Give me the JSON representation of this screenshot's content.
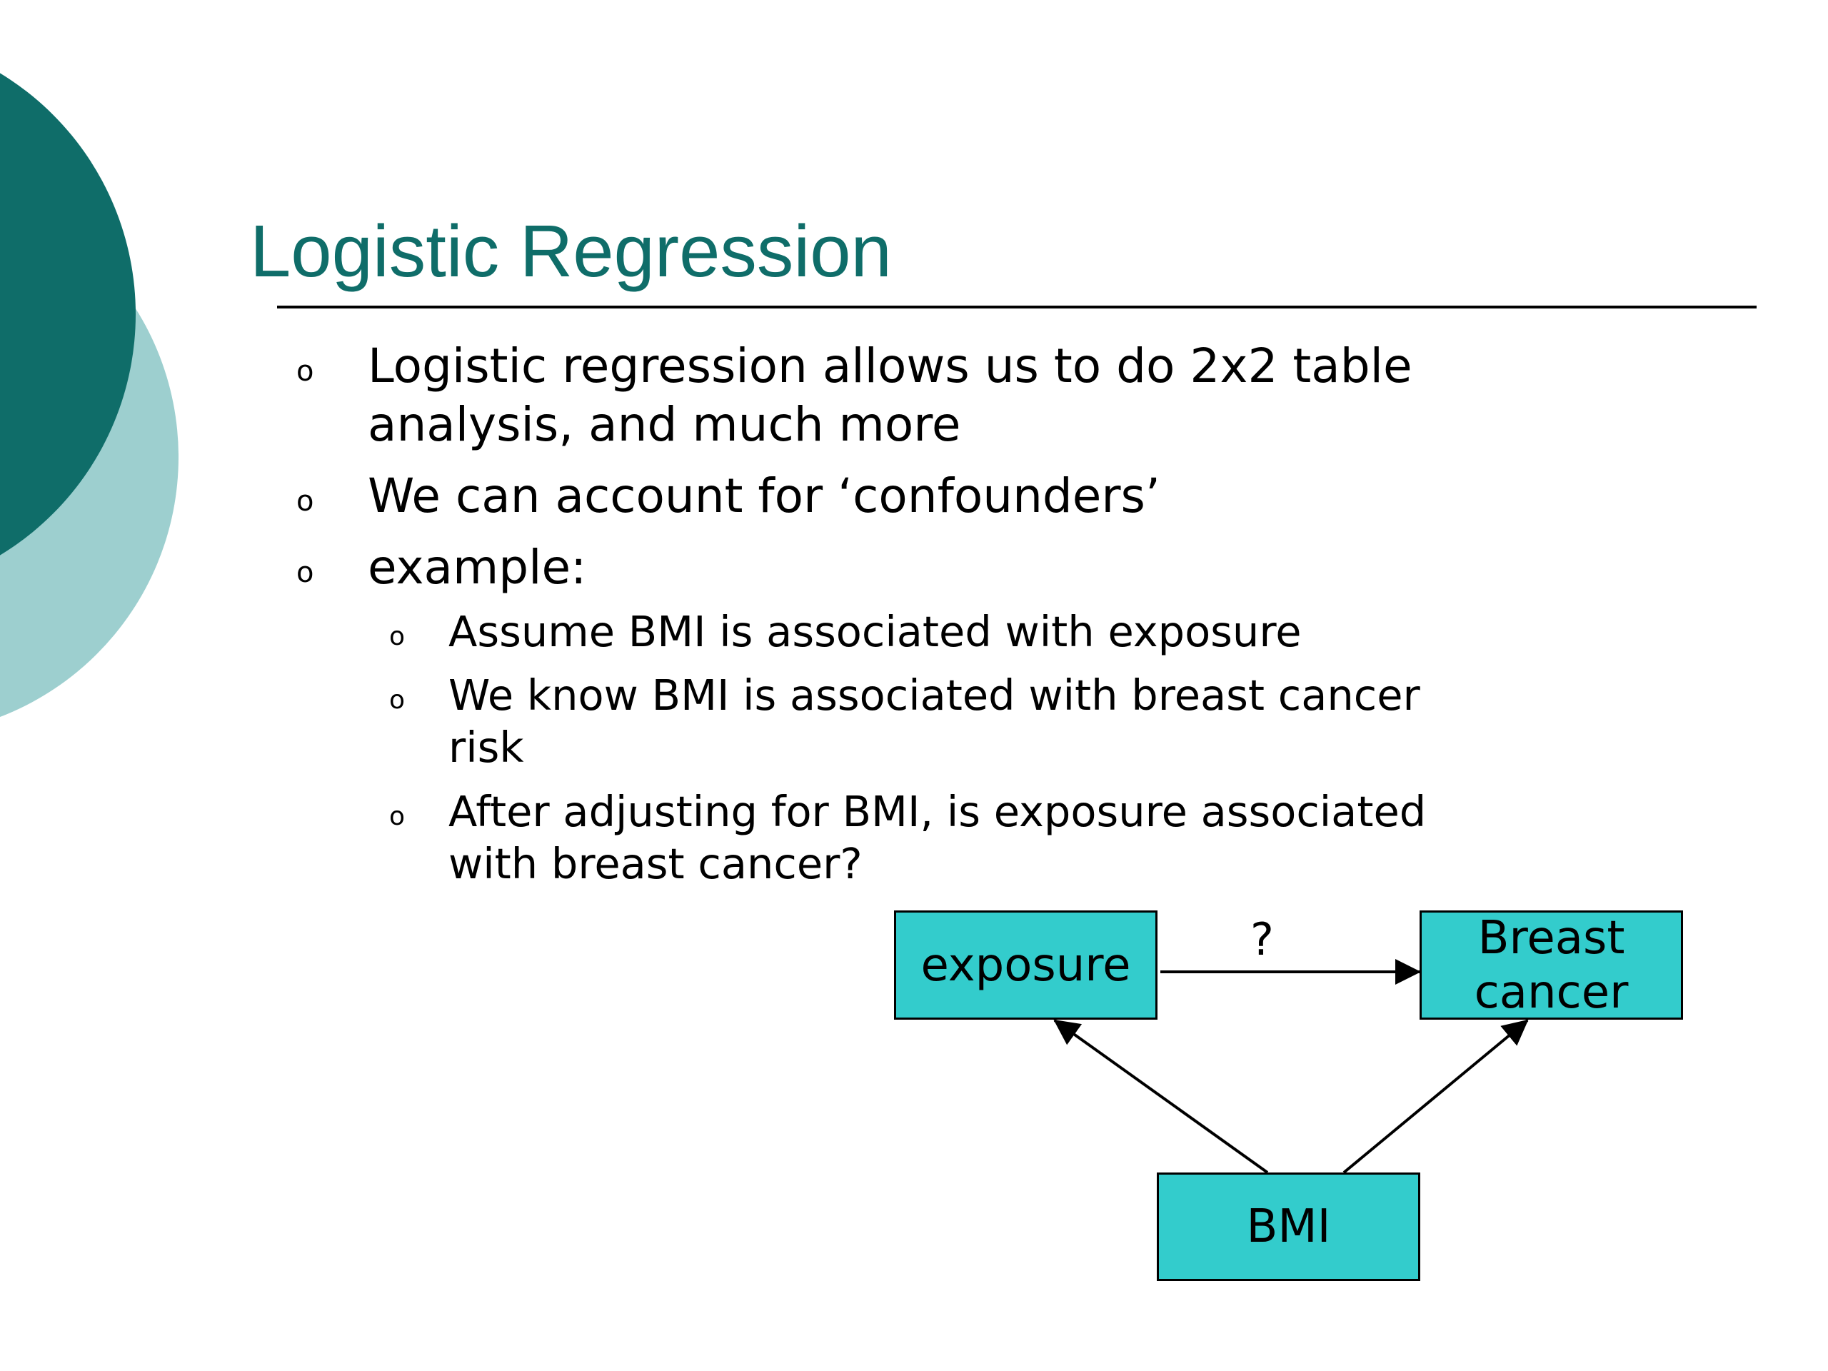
{
  "slide": {
    "title": "Logistic Regression",
    "accent_color": "#0f6d69",
    "accent_light_color": "#9dcfcf",
    "bullet_marker": "o"
  },
  "bullets": [
    {
      "level": 1,
      "text_lines": [
        "Logistic regression allows us to do 2x2 table",
        "analysis, and much more"
      ]
    },
    {
      "level": 1,
      "text_lines": [
        "We can account for ‘confounders’"
      ]
    },
    {
      "level": 1,
      "text_lines": [
        "example:"
      ]
    },
    {
      "level": 2,
      "text_lines": [
        "Assume BMI is associated with exposure"
      ]
    },
    {
      "level": 2,
      "text_lines": [
        "We know BMI is associated with breast cancer",
        "risk"
      ]
    },
    {
      "level": 2,
      "text_lines": [
        "After adjusting for BMI, is exposure associated",
        "with breast cancer?"
      ]
    }
  ],
  "diagram": {
    "node_color": "#33cccc",
    "nodes": {
      "exposure": {
        "lines": [
          "exposure"
        ]
      },
      "breast_cancer": {
        "lines": [
          "Breast",
          "cancer"
        ]
      },
      "bmi": {
        "lines": [
          "BMI"
        ]
      }
    },
    "edges": [
      {
        "from": "exposure",
        "to": "breast_cancer",
        "label": "?"
      },
      {
        "from": "bmi",
        "to": "exposure",
        "label": ""
      },
      {
        "from": "bmi",
        "to": "breast_cancer",
        "label": ""
      }
    ]
  }
}
